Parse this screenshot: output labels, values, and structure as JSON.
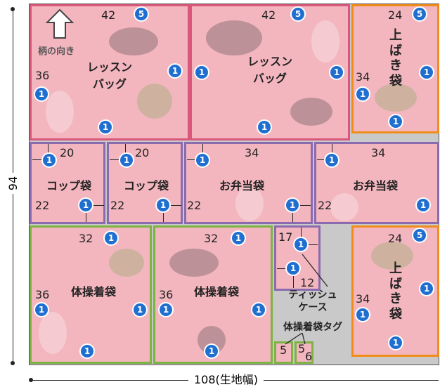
{
  "pattern_direction": "柄の向き",
  "height_dimension": "94",
  "width_dimension": "108(生地幅)",
  "pieces": {
    "lesson_bag": "レッスン\nバッグ",
    "uwabaki_bag": "上\nば\nき\n袋",
    "cup_bag": "コップ袋",
    "lunch_bag": "お弁当袋",
    "gym_bag": "体操着袋",
    "tissue_case": "ティッシュ\nケース",
    "gym_tag": "体操着袋タグ"
  },
  "dims": {
    "d42": "42",
    "d36": "36",
    "d34": "34",
    "d24": "24",
    "d20": "20",
    "d22": "22",
    "d32": "32",
    "d17": "17",
    "d12": "12",
    "d5": "5",
    "d6": "6"
  },
  "allowances": {
    "one": "1",
    "five": "5"
  },
  "colors": {
    "lesson": "#d9577a",
    "small": "#8a6bb0",
    "uwabaki": "#f08c1a",
    "gym": "#7cb342",
    "badge": "#1f6fd1"
  }
}
